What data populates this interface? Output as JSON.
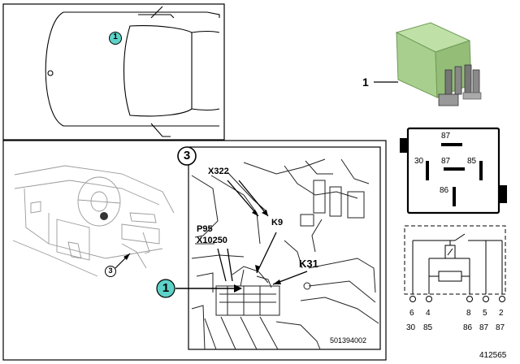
{
  "callouts": {
    "car_top": "1",
    "relay_side": "1",
    "detail_pointer": "1",
    "detail_view": "3",
    "dash_pointer": "3"
  },
  "detail_labels": {
    "x322": "X322",
    "k9": "K9",
    "p95": "P95",
    "x10250": "X10250",
    "k31": "K31",
    "image_code": "501394002"
  },
  "relay_pinout": {
    "top_87": "87",
    "left_30": "30",
    "mid_87": "87",
    "right_85": "85",
    "bottom_86": "86"
  },
  "circuit_pins": {
    "numbers": [
      "6",
      "4",
      "8",
      "5",
      "2"
    ],
    "terminals": [
      "30",
      "85",
      "86",
      "87",
      "87"
    ]
  },
  "diagram_id": "412565",
  "colors": {
    "callout_fill": "#5ed2c8",
    "relay_green": "#a9cf8f",
    "relay_dark": "#6e9a58"
  }
}
